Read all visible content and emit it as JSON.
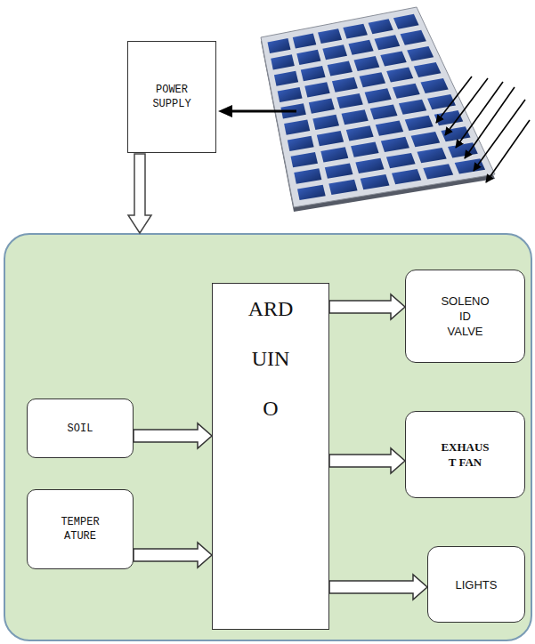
{
  "diagram": {
    "nodes": [
      {
        "text": [
          "POWER SUPPLY"
        ]
      },
      {
        "text": [
          "SOIL"
        ]
      },
      {
        "text": [
          "TEMPER ATURE"
        ]
      },
      {
        "text": [
          "ARD UIN O"
        ]
      },
      {
        "text": [
          "SOLENO ID VALVE"
        ]
      },
      {
        "text": [
          "EXHAUS T FAN"
        ]
      },
      {
        "text": [
          "LIGHTS"
        ]
      }
    ],
    "edges": [
      {
        "from": 1,
        "to": 3,
        "arrow": "to"
      },
      {
        "from": 2,
        "to": 3,
        "arrow": "to"
      },
      {
        "from": 3,
        "to": 4,
        "arrow": "to"
      },
      {
        "from": 3,
        "to": 5,
        "arrow": "to"
      },
      {
        "from": 3,
        "to": 6,
        "arrow": "to"
      }
    ]
  }
}
